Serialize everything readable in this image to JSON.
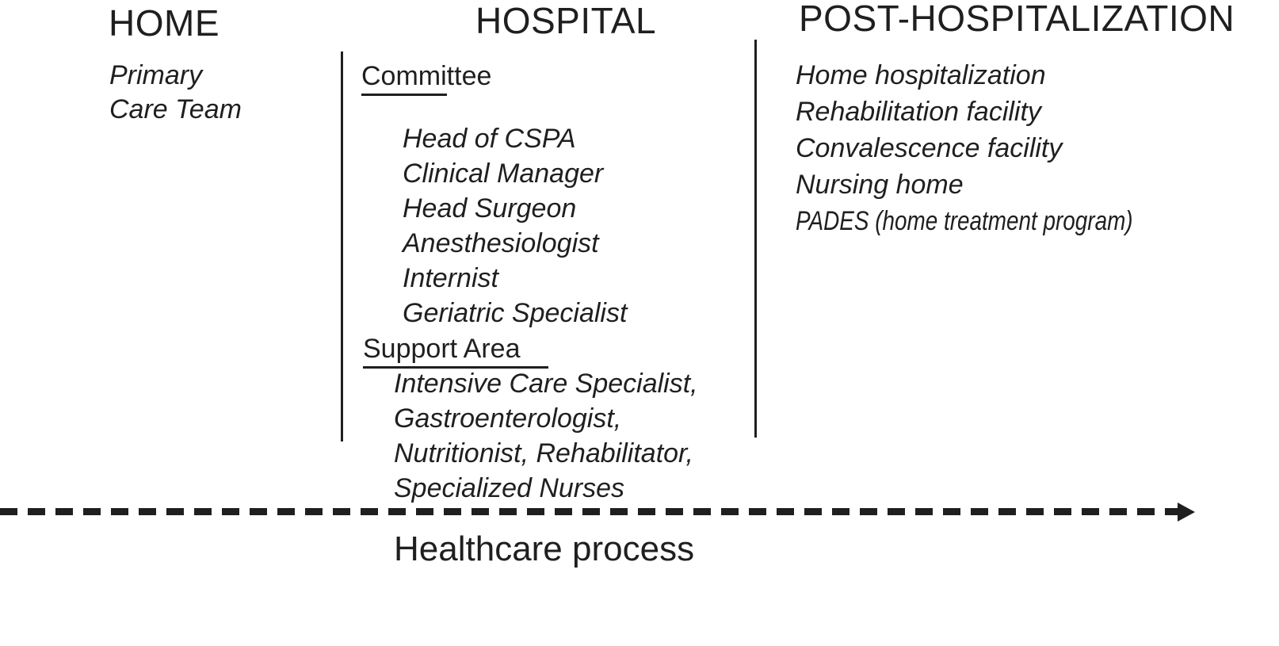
{
  "figure": {
    "colors": {
      "ink": "#1f1f1f",
      "background": "#ffffff"
    },
    "phases": {
      "home": {
        "title": "HOME",
        "items": [
          "Primary",
          "Care Team"
        ]
      },
      "hospital": {
        "title": "HOSPITAL",
        "committee": {
          "heading_underlined": "Commi",
          "heading_rest": "ttee",
          "members": [
            "Head of CSPA",
            "Clinical Manager",
            "Head Surgeon",
            "Anesthesiologist",
            "Internist",
            "Geriatric Specialist"
          ]
        },
        "support": {
          "heading": "Support Area",
          "members": [
            "Intensive Care Specialist,",
            "Gastroenterologist,",
            "Nutritionist, Rehabilitator,",
            "Specialized Nurses"
          ]
        }
      },
      "post": {
        "title": "POST-HOSPITALIZATION",
        "items": [
          "Home hospitalization",
          "Rehabilitation facility",
          "Convalescence facility",
          "Nursing home",
          "PADES (home treatment program)"
        ]
      }
    },
    "axis_label": "Healthcare process"
  }
}
